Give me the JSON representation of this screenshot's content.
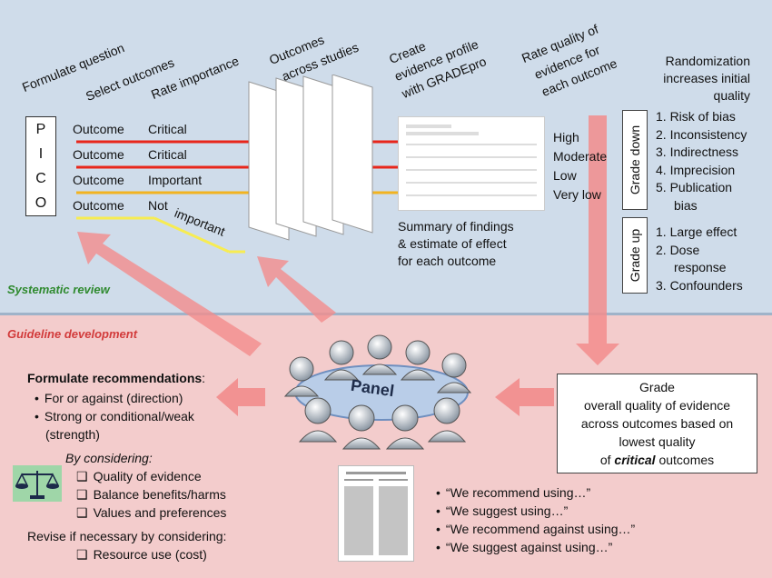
{
  "sections": {
    "systematic_review": "Systematic review",
    "guideline_development": "Guideline development"
  },
  "top_headers": {
    "formulate_question": "Formulate  question",
    "select_outcomes": "Select  outcomes",
    "rate_importance": "Rate  importance",
    "outcomes_across_studies_1": "Outcomes",
    "outcomes_across_studies_2": "across studies",
    "create_profile_1": "Create",
    "create_profile_2": "evidence profile",
    "create_profile_3": "with GRADEpro",
    "rate_quality_1": "Rate quality of",
    "rate_quality_2": "evidence for",
    "rate_quality_3": "each outcome"
  },
  "pico": [
    "P",
    "I",
    "C",
    "O"
  ],
  "outcomes": [
    {
      "label": "Outcome",
      "importance": "Critical",
      "color": "#e8261b"
    },
    {
      "label": "Outcome",
      "importance": "Critical",
      "color": "#e8261b"
    },
    {
      "label": "Outcome",
      "importance": "Important",
      "color": "#f2b320"
    },
    {
      "label": "Outcome",
      "importance": "Not",
      "importance_2": "important",
      "color": "#f7ec52"
    }
  ],
  "quality_levels": [
    "High",
    "Moderate",
    "Low",
    "Very low"
  ],
  "summary": [
    "Summary of findings",
    "& estimate of effect",
    "for each outcome"
  ],
  "randomization": [
    "Randomization",
    "increases initial",
    "quality"
  ],
  "grade_down": {
    "label": "Grade  down",
    "items": [
      "1.  Risk of bias",
      "2.  Inconsistency",
      "3.  Indirectness",
      "4.  Imprecision",
      "5.  Publication",
      "bias"
    ]
  },
  "grade_up": {
    "label": "Grade  up",
    "items": [
      "1.  Large effect",
      "2.  Dose",
      "response",
      "3.  Confounders"
    ]
  },
  "panel_label": "Panel",
  "grade_overall": {
    "line1": "Grade",
    "line2": "overall  quality  of  evidence",
    "line3": "across outcomes based on",
    "line4": "lowest quality",
    "line5_pre": "of ",
    "line5_em": "critical",
    "line5_post": " outcomes"
  },
  "formulate": {
    "title": "Formulate  recommendations",
    "colon": ":",
    "bullets": [
      "For or against (direction)",
      "Strong or conditional/weak",
      "(strength)"
    ],
    "by_considering": "By considering:",
    "checks": [
      "Quality of evidence",
      "Balance benefits/harms",
      "Values and preferences"
    ],
    "revise": "Revise if necessary by considering:",
    "revise_item": "Resource use (cost)"
  },
  "quotes": [
    "“We recommend using…”",
    "“We suggest using…”",
    "“We recommend against using…”",
    "“We suggest against using…”"
  ],
  "colors": {
    "top_bg": "#cfdcea",
    "bottom_bg": "#f3cccc",
    "big_arrow": "#f28c8c",
    "section_green": "#2f8a2f",
    "section_red": "#d23b3b"
  }
}
